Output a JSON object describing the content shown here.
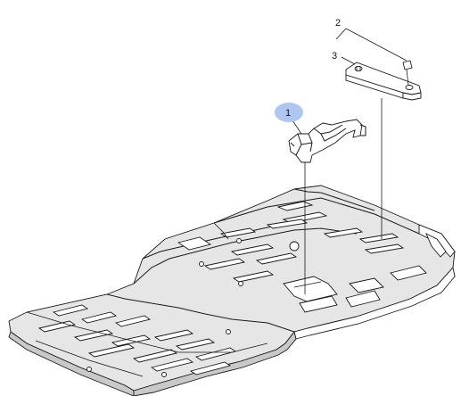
{
  "callouts": [
    {
      "id": "1",
      "label": "1",
      "highlight_color": "#aec6f0"
    },
    {
      "id": "2",
      "label": "2"
    },
    {
      "id": "3",
      "label": "3"
    }
  ],
  "colors": {
    "line": "#1a1a1a",
    "panel_fill": "#e6e6e6",
    "panel_shadow": "#c9c9c9",
    "background": "#ffffff"
  }
}
